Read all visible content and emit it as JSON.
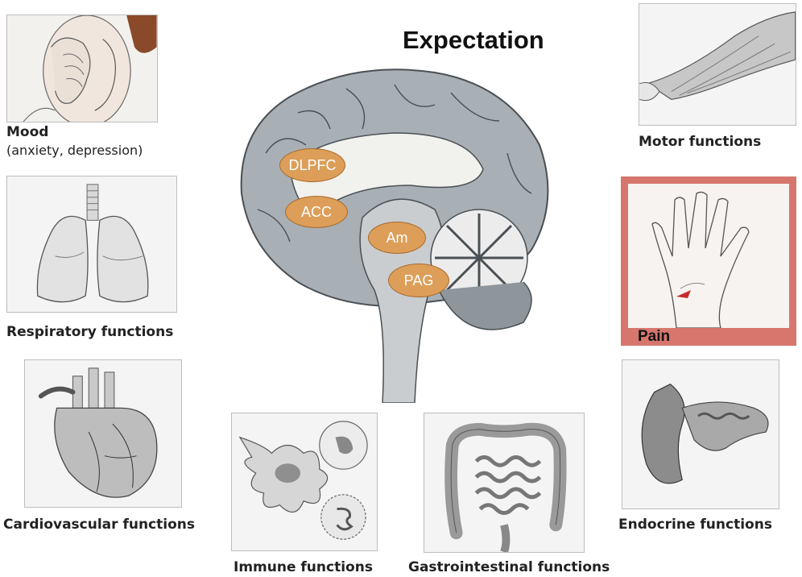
{
  "title": "Expectation",
  "brain_regions": [
    {
      "name": "DLPFC"
    },
    {
      "name": "ACC"
    },
    {
      "name": "Am"
    },
    {
      "name": "PAG"
    }
  ],
  "panels": {
    "mood": {
      "label": "Mood",
      "sublabel": "(anxiety, depression)"
    },
    "respiratory": {
      "label": "Respiratory functions"
    },
    "cardiovascular": {
      "label": "Cardiovascular functions"
    },
    "immune": {
      "label": "Immune functions"
    },
    "gastrointestinal": {
      "label": "Gastrointestinal functions"
    },
    "endocrine": {
      "label": "Endocrine functions"
    },
    "motor": {
      "label": "Motor functions"
    },
    "pain": {
      "label": "Pain"
    }
  },
  "colors": {
    "region_fill": "#dc9e58",
    "pain_highlight": "#d6766d",
    "brain_gray": "#a9b0b5"
  }
}
